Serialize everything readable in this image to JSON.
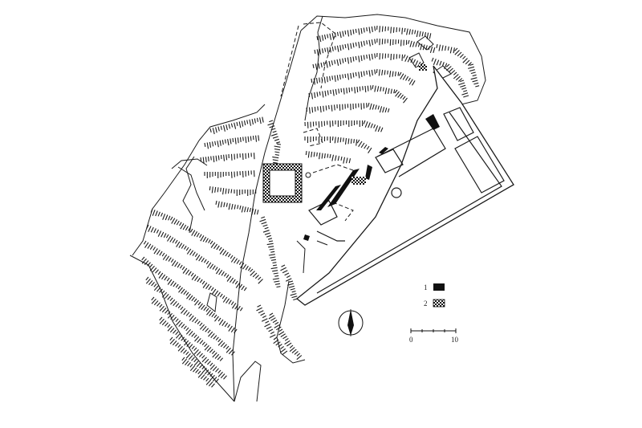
{
  "plan": {
    "legend": [
      {
        "number": "1",
        "fill": "solid-black",
        "color": "#111111"
      },
      {
        "number": "2",
        "fill": "dotted-hatch",
        "color": "#111111"
      }
    ],
    "scale_bar": {
      "start_label": "0",
      "end_label": "10"
    },
    "north_arrow": {
      "icon": "north-arrow-icon"
    },
    "ink_color": "#1a1a1a",
    "paper_color": "#ffffff"
  }
}
